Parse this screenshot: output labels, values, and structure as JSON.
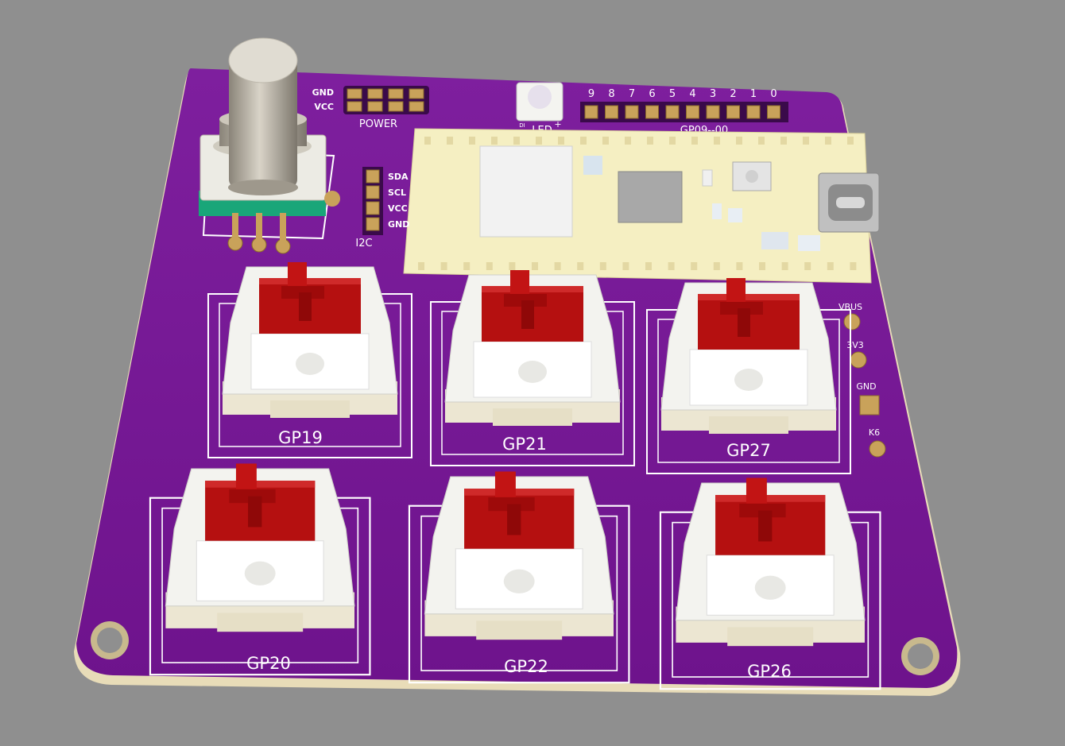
{
  "power": {
    "label": "POWER",
    "gnd": "GND",
    "vcc": "VCC"
  },
  "led": {
    "label": "LED",
    "pin_minus": "DI",
    "pin_plus": "+"
  },
  "gpio_header": {
    "label": "GP09--00",
    "numbers": [
      "9",
      "8",
      "7",
      "6",
      "5",
      "4",
      "3",
      "2",
      "1",
      "0"
    ]
  },
  "i2c": {
    "label": "I2C",
    "pins": [
      "SDA",
      "SCL",
      "VCC",
      "GND"
    ]
  },
  "side_pins": [
    "VBUS",
    "3V3",
    "GND",
    "K6"
  ],
  "keys": [
    "GP19",
    "GP21",
    "GP27",
    "GP20",
    "GP22",
    "GP26"
  ],
  "colors": {
    "background": "#8f8f8f",
    "pcb": "#7a1a9a",
    "pcb_edge": "#e8dcb8",
    "silkscreen": "#ffffff",
    "pad": "#c9a25a",
    "switch_housing": "#f2f2ee",
    "switch_stem": "#b51010",
    "mcu_board": "#f5efc2"
  }
}
